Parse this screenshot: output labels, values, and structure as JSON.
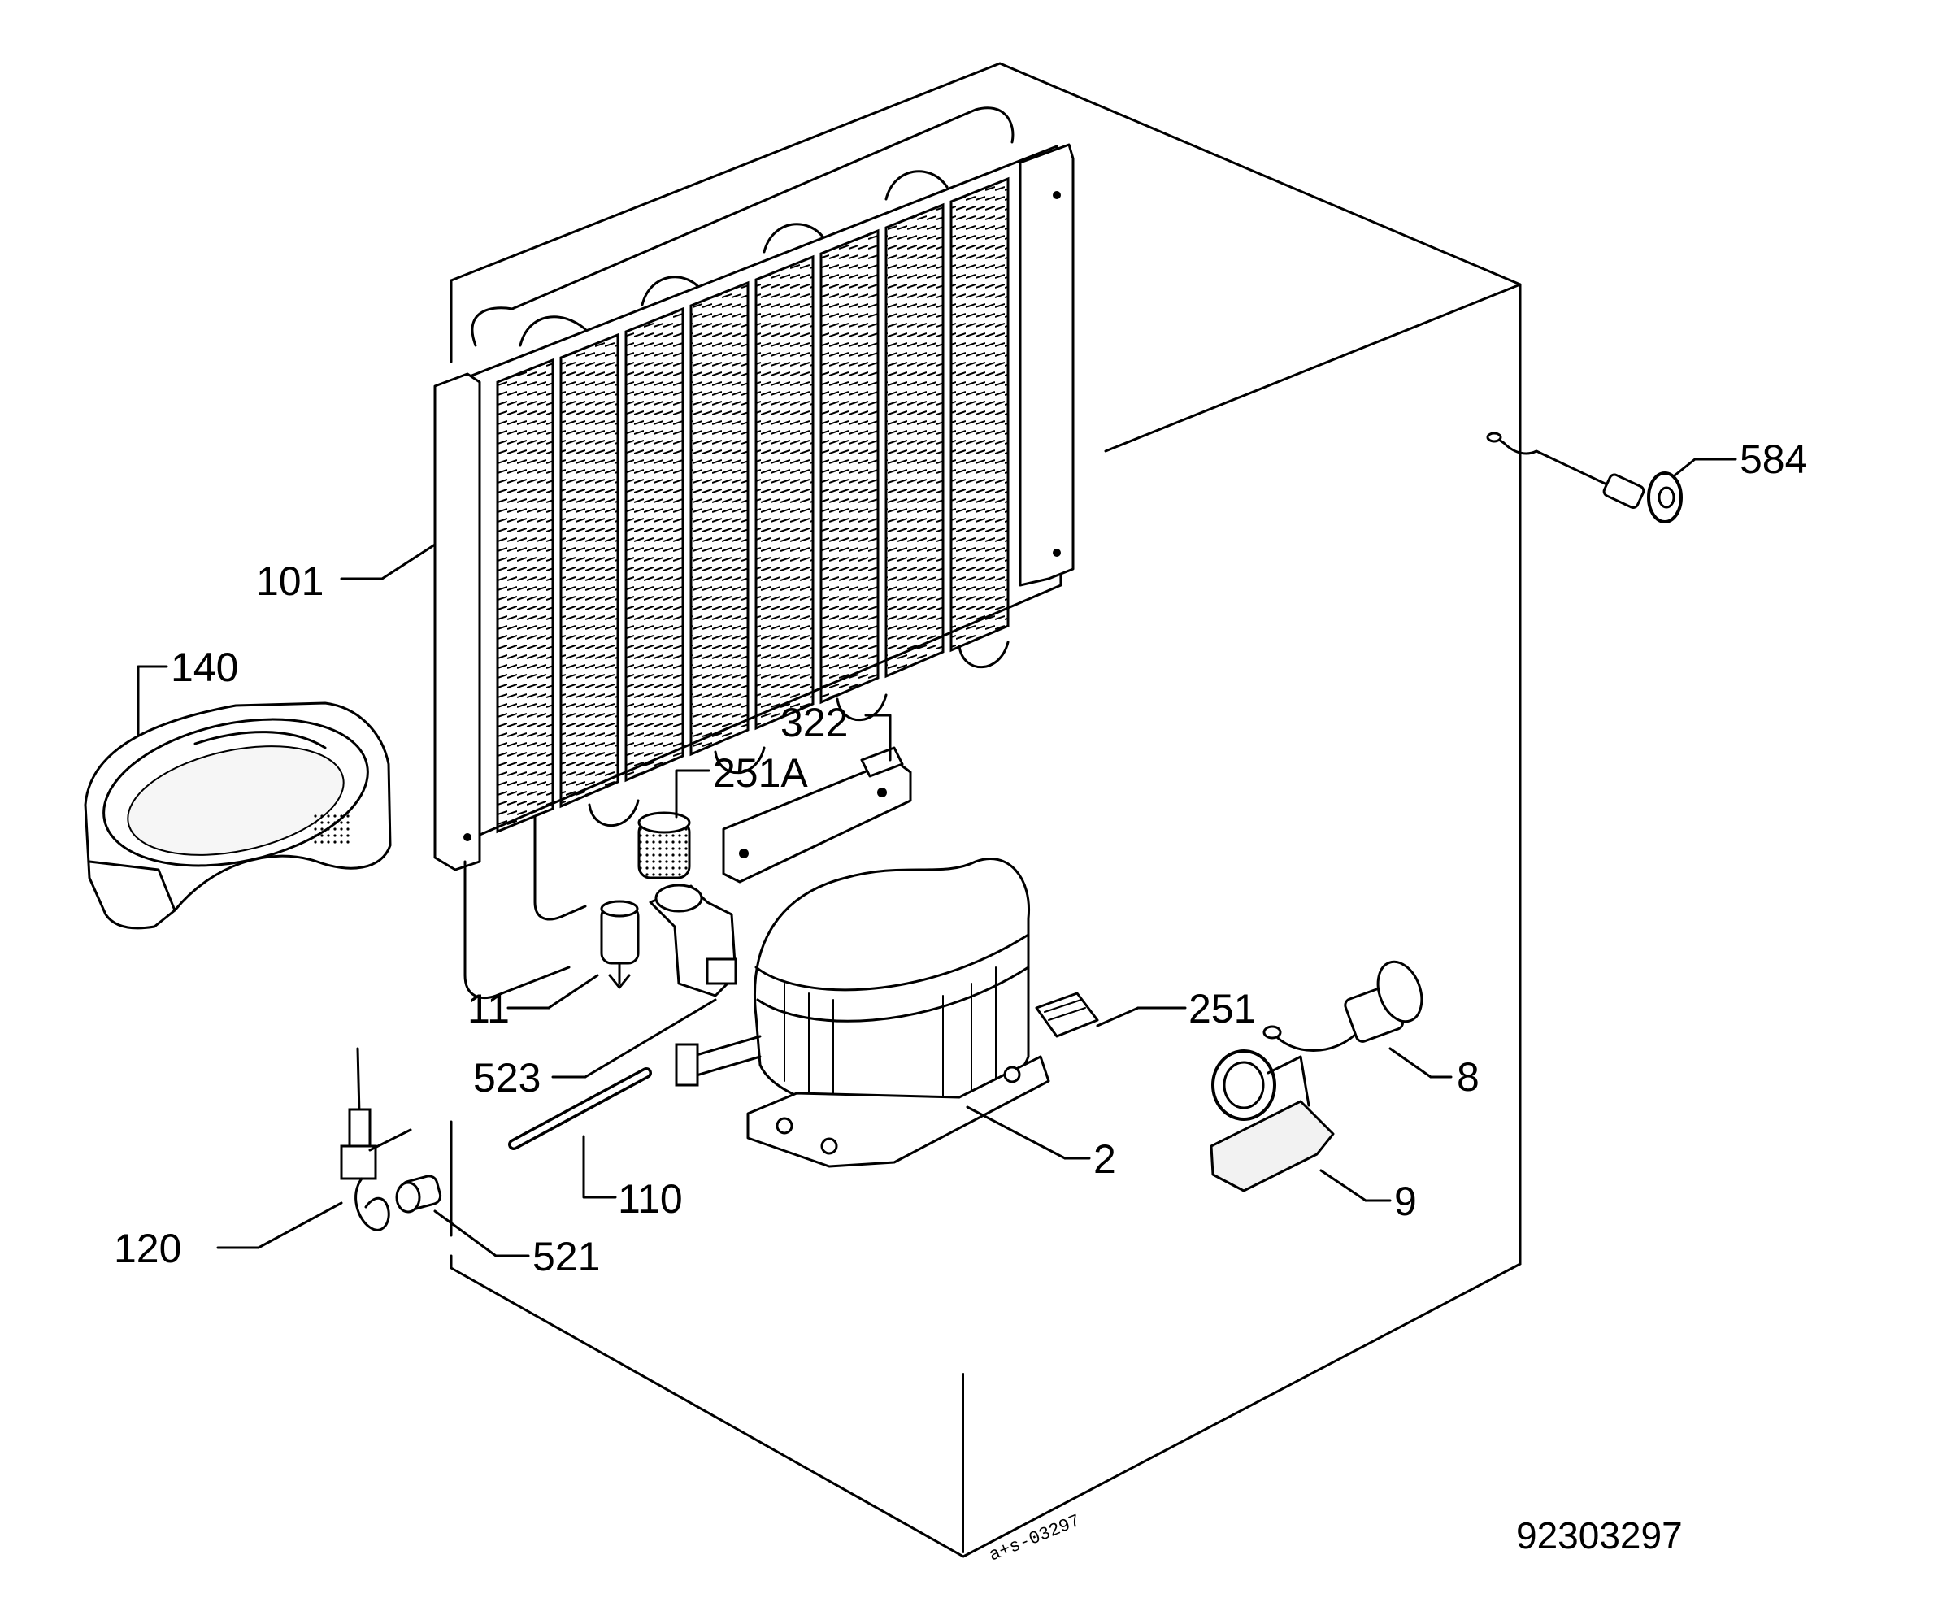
{
  "callouts": {
    "c584": "584",
    "c101": "101",
    "c140": "140",
    "c322": "322",
    "c251A": "251A",
    "c11": "11",
    "c251": "251",
    "c8": "8",
    "c523": "523",
    "c2": "2",
    "c110": "110",
    "c9": "9",
    "c120": "120",
    "c521": "521"
  },
  "diagram_code": "92303297",
  "edge_stamp": "a+s-03297"
}
